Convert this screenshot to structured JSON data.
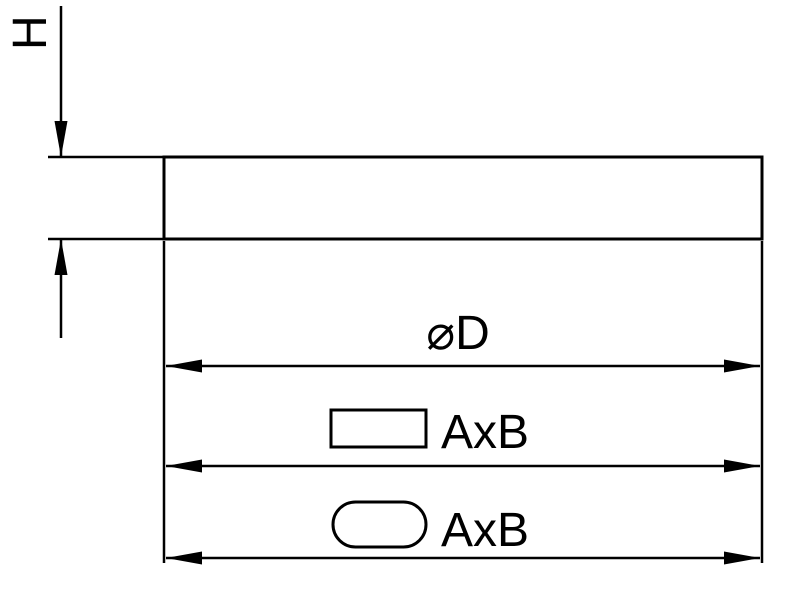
{
  "diagram": {
    "labels": {
      "height": "H",
      "diameter": "⌀D",
      "rect_size": "AxB",
      "oval_size": "AxB"
    },
    "icons": {
      "rect_shape": "rectangle-outline",
      "oval_shape": "stadium-outline",
      "hatch": "crosshatch-section-fill",
      "arrows": "filled-dimension-arrowheads"
    },
    "colors": {
      "ink": "#000000",
      "background": "#ffffff"
    }
  }
}
